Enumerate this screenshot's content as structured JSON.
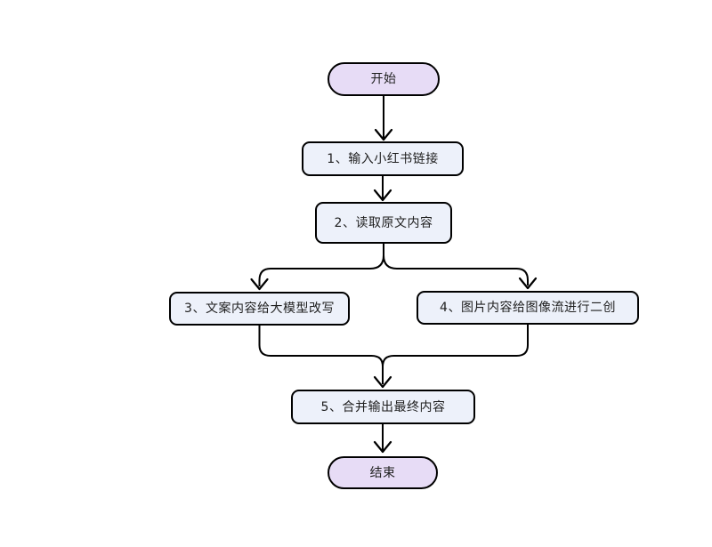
{
  "colors": {
    "background": "#FFFFFF",
    "node_border": "#000000",
    "edge": "#000000",
    "terminator_fill": "#E7DCF6",
    "process_fill": "#EDF1FA",
    "text": "#1F1F1F"
  },
  "flowchart": {
    "nodes": [
      {
        "id": "start",
        "type": "terminator",
        "label": "开始",
        "fill": "#E7DCF6"
      },
      {
        "id": "step-1",
        "type": "process",
        "label": "1、输入小红书链接",
        "fill": "#EDF1FA"
      },
      {
        "id": "step-2",
        "type": "process",
        "label": "2、读取原文内容",
        "fill": "#EDF1FA"
      },
      {
        "id": "step-3",
        "type": "process",
        "label": "3、文案内容给大模型改写",
        "fill": "#EDF1FA"
      },
      {
        "id": "step-4",
        "type": "process",
        "label": "4、图片内容给图像流进行二创",
        "fill": "#EDF1FA"
      },
      {
        "id": "step-5",
        "type": "process",
        "label": "5、合并输出最终内容",
        "fill": "#EDF1FA"
      },
      {
        "id": "end",
        "type": "terminator",
        "label": "结束",
        "fill": "#E7DCF6"
      }
    ],
    "edges": [
      {
        "from": "start",
        "to": "step-1"
      },
      {
        "from": "step-1",
        "to": "step-2"
      },
      {
        "from": "step-2",
        "to": "step-3"
      },
      {
        "from": "step-2",
        "to": "step-4"
      },
      {
        "from": "step-3",
        "to": "step-5"
      },
      {
        "from": "step-4",
        "to": "step-5"
      },
      {
        "from": "step-5",
        "to": "end"
      }
    ]
  }
}
